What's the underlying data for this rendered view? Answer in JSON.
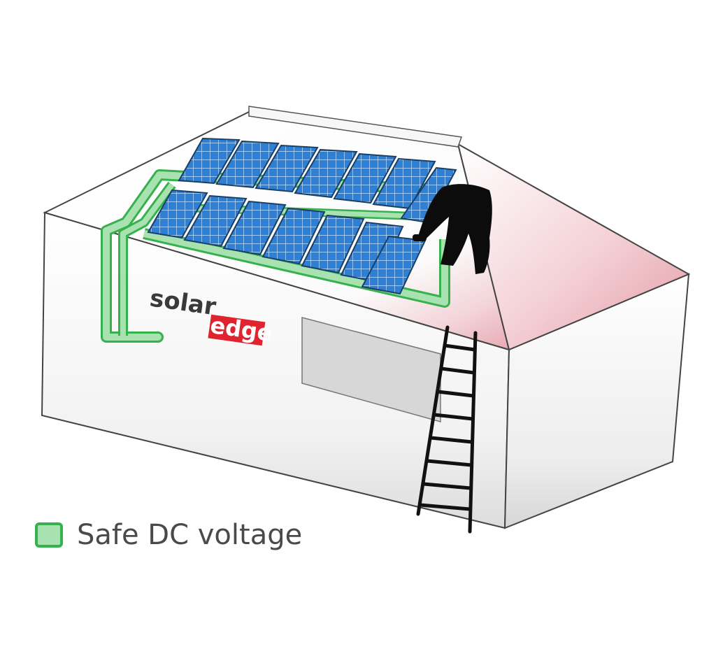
{
  "logo": {
    "part1": "solar",
    "part2": "edge",
    "tagline": ""
  },
  "legend": {
    "label": "Safe DC voltage",
    "swatch_fill": "#a8e2b0",
    "swatch_border": "#36b14e"
  },
  "colors": {
    "panel": "#2f7fd4",
    "panel_grid": "#bfe0ff",
    "roof_danger": "#e7a7b1",
    "wall": "#f3f3f3",
    "brand_red": "#e0242f",
    "cable": "#a8e2b0",
    "cable_border": "#36b14e"
  }
}
